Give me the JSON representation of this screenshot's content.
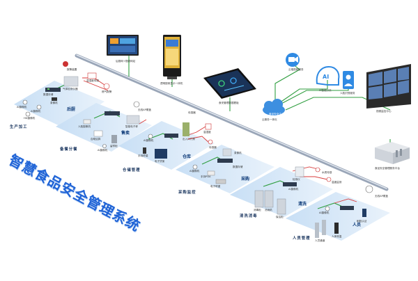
{
  "title": "智慧食品安全管理系统",
  "colors": {
    "backbone": "#9aa6b8",
    "link_green": "#2f9e3f",
    "link_red": "#d83a3a",
    "platform": "#d5e6f7",
    "title": "#1f63d6"
  },
  "top": {
    "display": "后厨网+视频网站",
    "kiosk": "透明厨房显示一体机",
    "tablet": "食安管理数据看板",
    "cloud": "云服务一体化",
    "cloud_sub": "食品安全中心",
    "video_svc": "云端视频服务",
    "ai_svc": "AI智能分析",
    "face_svc": "人脸识别服务",
    "monitor": "视频监控中心",
    "server": "食品安全管理服务平台"
  },
  "zones": {
    "kitchen": "后厨",
    "meal": "售卖",
    "warehouse": "仓库",
    "purchase": "采购",
    "cleaning": "清洗",
    "staff": "人员"
  },
  "sections": {
    "kitchen": "生产加工",
    "meal": "备餐分餐",
    "warehouse": "仓储管理",
    "purchase": "采购监控",
    "cleaning": "清洗消毒",
    "staff": "人员管理"
  },
  "labels": {
    "k_camera1": "AI摄像机",
    "k_camera2": "AI摄像机",
    "k_switch": "数据存储",
    "k_nvr": "录像机",
    "k_hdcam": "HD摄像机",
    "k_alarm": "报警装置",
    "k_gas": "燃气报警",
    "k_temp": "温湿度传感",
    "k_smoke": "气体检测仪器",
    "m_cam": "人脸摄像机",
    "m_scale": "智能电子秤",
    "m_pos": "自助结算",
    "m_sample": "留样柜",
    "m_dome": "AI摄像机",
    "m_ap": "无线AP覆盖",
    "w_cam": "AI摄像机",
    "w_pda": "手持终端",
    "w_gate": "出入口门禁",
    "w_screen": "电子货架",
    "w_temp": "温湿度",
    "w_sensor1": "传感器",
    "w_sensor2": "传感器",
    "p_cam": "AI摄像机",
    "p_pda": "手持PDA",
    "p_switch": "数据存储",
    "p_nvr": "录像机",
    "p_scale": "电子称重",
    "c_cam": "AI摄像机",
    "c_cabinet1": "消毒柜",
    "c_cabinet2": "洗碗机",
    "c_cabinet3": "保洁柜",
    "c_kiosk": "检测仪",
    "c_sensor": "水质传感",
    "c_gas": "温度监测",
    "s_cam": "AI摄像机",
    "s_gate": "人员通道",
    "s_face": "刷脸认证",
    "s_temp": "人体测温",
    "s_ap": "无线AP覆盖"
  }
}
